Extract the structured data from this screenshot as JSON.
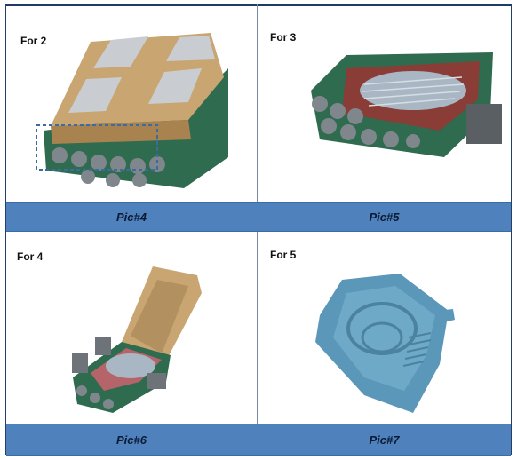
{
  "panels": [
    {
      "label": "For 2",
      "caption": "Pic#4"
    },
    {
      "label": "For 3",
      "caption": "Pic#5"
    },
    {
      "label": "For 4",
      "caption": "Pic#6"
    },
    {
      "label": "For 5",
      "caption": "Pic#7"
    }
  ],
  "colors": {
    "caption_bar": "#4f81bd",
    "lid_tan": "#c8a571",
    "body_green": "#2f6b4e",
    "tray_blue": "#5b97b8"
  }
}
